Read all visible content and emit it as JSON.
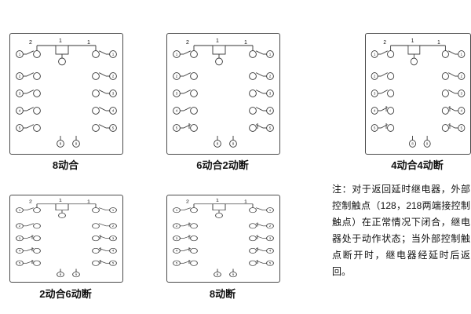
{
  "diagrams": [
    {
      "label": "8动合",
      "no_contacts": 8,
      "nc_contacts": 0
    },
    {
      "label": "6动合2动断",
      "no_contacts": 6,
      "nc_contacts": 2
    },
    {
      "label": "4动合4动断",
      "no_contacts": 4,
      "nc_contacts": 4
    },
    {
      "label": "2动合6动断",
      "no_contacts": 2,
      "nc_contacts": 6
    },
    {
      "label": "8动断",
      "no_contacts": 0,
      "nc_contacts": 8
    }
  ],
  "schematic": {
    "top_numbers": [
      "2",
      "1",
      "1"
    ],
    "top_left_terminals": [
      "1",
      ""
    ],
    "top_right_terminals": [
      "",
      "1"
    ],
    "left_terminals": [
      "2",
      "3",
      "4",
      "5"
    ],
    "right_terminals": [
      "2",
      "3",
      "4",
      "5"
    ],
    "bottom_terminals": [
      "8",
      "9"
    ],
    "line_color": "#333333"
  },
  "note": {
    "text": "注：对于返回延时继电器，外部控制触点（128，218两端接控制触点）在正常情况下闭合，继电器处于动作状态；当外部控制触点断开时，继电器经延时后返回。"
  }
}
